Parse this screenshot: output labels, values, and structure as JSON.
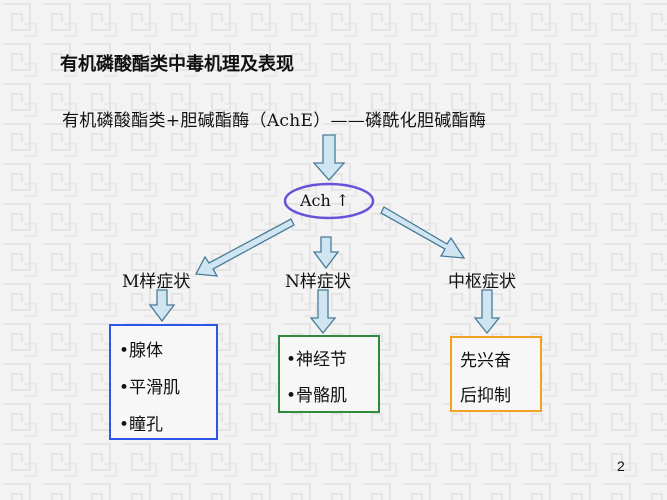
{
  "title": "有机磷酸酯类中毒机理及表现",
  "reaction": "有机磷酸酯类+胆碱酯酶（AchE）——磷酰化胆碱酯酶",
  "center_node": "Ach ↑",
  "branches": [
    {
      "label": "M样症状",
      "items": [
        "•腺体",
        "•平滑肌",
        "•瞳孔"
      ],
      "color": "#2d56e6"
    },
    {
      "label": "N样症状",
      "items": [
        "•神经节",
        "•骨骼肌"
      ],
      "color": "#2f8a3e"
    },
    {
      "label": "中枢症状",
      "items": [
        "先兴奋",
        "后抑制"
      ],
      "color": "#f4a020"
    }
  ],
  "page_number": "2",
  "colors": {
    "arrow_fill": "#cfe6f2",
    "arrow_stroke": "#4a7a96",
    "ellipse": "#6a52d8"
  }
}
